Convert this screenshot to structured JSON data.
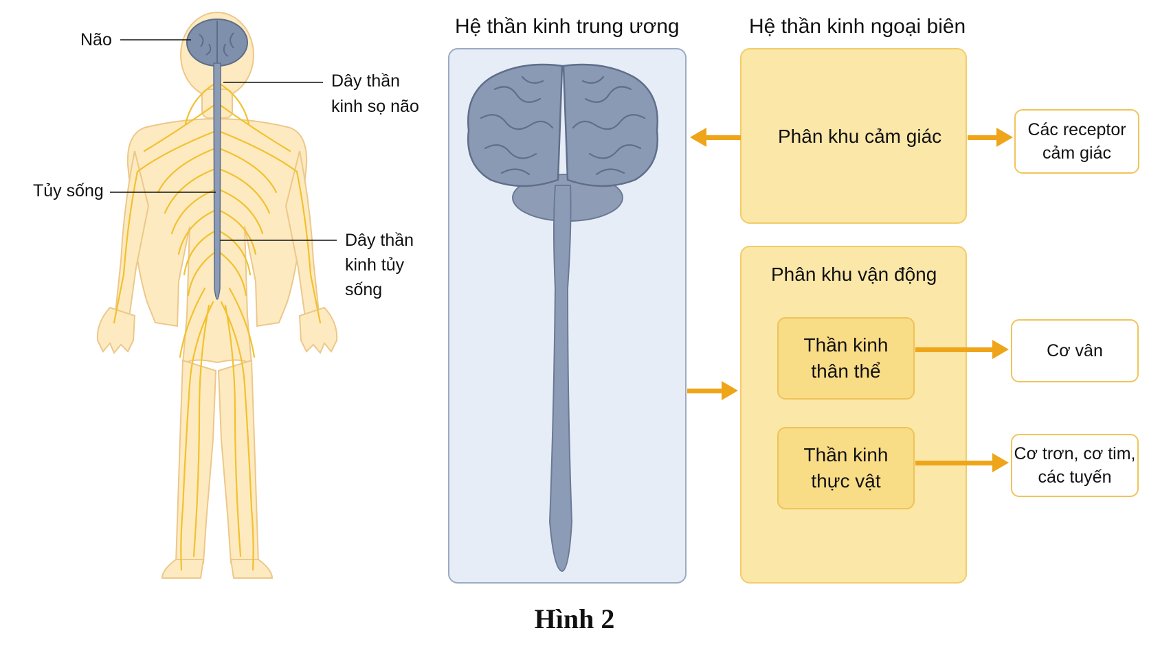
{
  "body_labels": {
    "brain": "Não",
    "cranial_nerves_line1": "Dây thần",
    "cranial_nerves_line2": "kinh sọ não",
    "spinal_cord": "Tủy sống",
    "spinal_nerves_line1": "Dây thần",
    "spinal_nerves_line2": "kinh tủy",
    "spinal_nerves_line3": "sống"
  },
  "cns": {
    "heading": "Hệ thần kinh trung ương"
  },
  "pns": {
    "heading": "Hệ thần kinh ngoại biên",
    "sensory_division": "Phân khu cảm giác",
    "motor_division": "Phân khu vận động",
    "somatic_line1": "Thần kinh",
    "somatic_line2": "thân thể",
    "autonomic_line1": "Thần kinh",
    "autonomic_line2": "thực vật"
  },
  "targets": {
    "receptors_line1": "Các receptor",
    "receptors_line2": "cảm giác",
    "skeletal_muscle": "Cơ vân",
    "smooth_line1": "Cơ trơn, cơ tim,",
    "smooth_line2": "các tuyến"
  },
  "caption": "Hình 2",
  "colors": {
    "nerve": "#f2c12e",
    "arrow": "#efa51a",
    "brain": "#7f90ad",
    "skin": "#fdeac0",
    "cns_panel": "#e6edf6",
    "pns_box": "#fbe7a8"
  }
}
